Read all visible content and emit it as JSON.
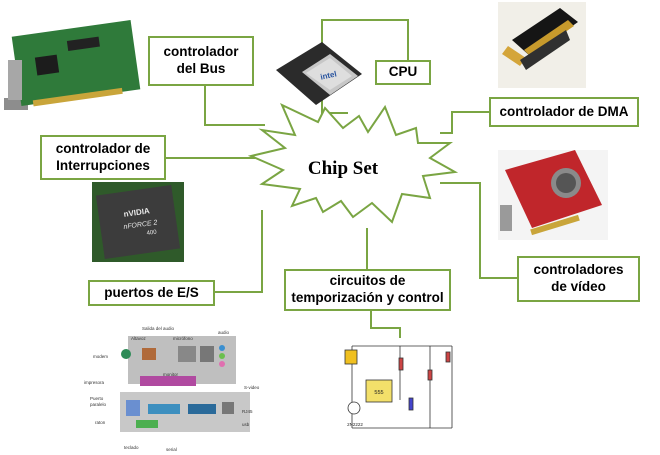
{
  "center": {
    "label": "Chip Set"
  },
  "nodes": {
    "bus_controller": "controlador\ndel Bus",
    "cpu": "CPU",
    "dma_controller": "controlador de DMA",
    "interrupt_controller": "controlador de\nInterrupciones",
    "video_controllers": "controladores\nde vídeo",
    "io_ports": "puertos de E/S",
    "timing_circuits": "circuitos  de\ntemporización y control"
  },
  "images": {
    "cpu_chip_brand": "intel",
    "nvidia_chip": {
      "line1": "nVIDIA",
      "line2": "nFORCE 2",
      "line3": "400"
    },
    "io_panel_labels": {
      "altavoz": "Altavoz",
      "salida_audio": "Salida del audio",
      "microfono": "micrófono",
      "audio": "audio",
      "modem": "modem",
      "monitor": "monitor",
      "impresora": "impresora",
      "puerto_paralelo": "Puerto\nparalelo",
      "s_video": "S-video",
      "raton": "raton",
      "rj45": "RJ45",
      "usb": "usb",
      "teclado": "teclado",
      "serial": "serial"
    },
    "circuit": {
      "ic": "555",
      "transistor": "2N2222"
    }
  },
  "colors": {
    "connector_line": "#7aa543",
    "box_border": "#7aa543",
    "star_fill": "#ffffff",
    "pcb_green": "#2e6b2e",
    "video_card_red": "#c0262b"
  }
}
